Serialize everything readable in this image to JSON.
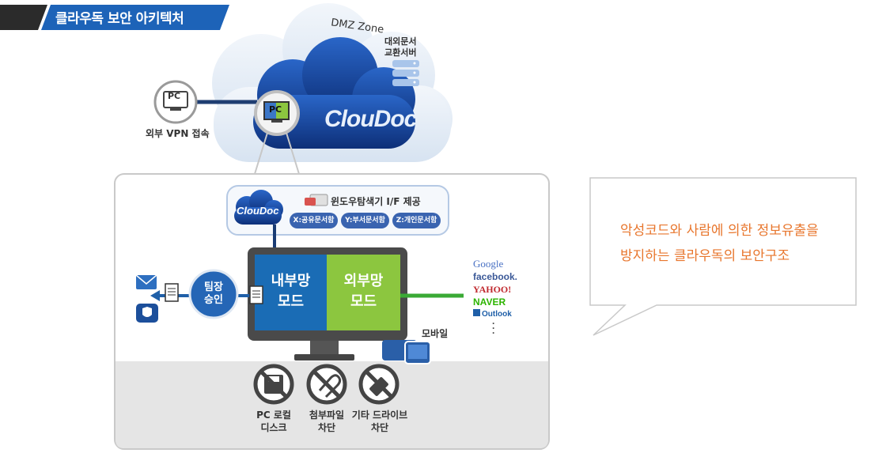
{
  "title": "클라우독 보안 아키텍처",
  "dmz_zone": "DMZ Zone",
  "exchange_server": [
    "대외문서",
    "교환서버"
  ],
  "external_pc_icon": "PC",
  "external_vpn": "외부 VPN 접속",
  "inner_pc_icon": "PC",
  "brand": "ClouDoc",
  "explorer_label": "윈도우탐색기 I/F 제공",
  "drives": [
    "X:공유문서함",
    "Y:부서문서함",
    "Z:개인문서함"
  ],
  "internal_mode": [
    "내부망",
    "모드"
  ],
  "external_mode": [
    "외부망",
    "모드"
  ],
  "team_approval": [
    "팀장",
    "승인"
  ],
  "mobile": "모바일",
  "services": [
    "Google",
    "facebook.",
    "YAHOO!",
    "NAVER",
    "Outlook"
  ],
  "blocked": [
    {
      "label": [
        "PC 로컬",
        "디스크"
      ],
      "icon": "floppy-disk-icon"
    },
    {
      "label": [
        "첨부파일",
        "차단"
      ],
      "icon": "paperclip-icon"
    },
    {
      "label": [
        "기타 드라이브",
        "차단"
      ],
      "icon": "usb-drive-icon"
    }
  ],
  "callout": [
    "악성코드와 사람에 의한 정보유출을",
    "방지하는 클라우독의 보안구조"
  ],
  "colors": {
    "internal": "#1a6cb5",
    "external": "#8cc63f",
    "callout_text": "#e8762d",
    "cloud": "#1f4fa8"
  }
}
